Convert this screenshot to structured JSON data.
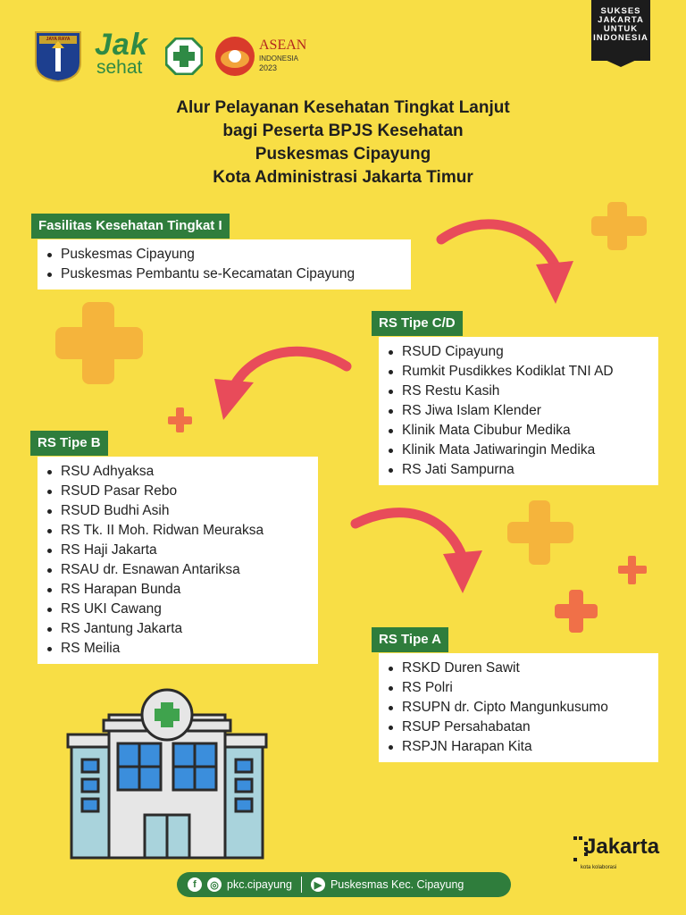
{
  "colors": {
    "background": "#F8DE45",
    "label_green": "#2F7D3C",
    "arrow": "#E84B5A",
    "plus_orange": "#F5B43C",
    "plus_red": "#F07048"
  },
  "header": {
    "logos": {
      "jakarta_crest_text": "JAYA RAYA",
      "jak": "Jak",
      "sehat": "sehat",
      "asean_title": "ASEAN",
      "asean_sub": "INDONESIA",
      "asean_year": "2023"
    },
    "badge_lines": [
      "SUKSES",
      "JAKARTA",
      "UNTUK",
      "INDONESIA"
    ]
  },
  "title_lines": [
    "Alur Pelayanan Kesehatan Tingkat Lanjut",
    "bagi Peserta BPJS Kesehatan",
    "Puskesmas Cipayung",
    "Kota Administrasi Jakarta Timur"
  ],
  "sections": {
    "fktp": {
      "label": "Fasilitas Kesehatan Tingkat I",
      "items": [
        "Puskesmas Cipayung",
        "Puskesmas Pembantu se-Kecamatan Cipayung"
      ]
    },
    "cd": {
      "label": "RS Tipe C/D",
      "items": [
        "RSUD Cipayung",
        "Rumkit Pusdikkes Kodiklat TNI AD",
        "RS Restu Kasih",
        "RS Jiwa Islam Klender",
        "Klinik Mata Cibubur Medika",
        "Klinik Mata Jatiwaringin Medika",
        "RS Jati Sampurna"
      ]
    },
    "b": {
      "label": "RS Tipe B",
      "items": [
        "RSU Adhyaksa",
        "RSUD Pasar Rebo",
        "RSUD Budhi Asih",
        "RS Tk. II Moh. Ridwan Meuraksa",
        "RS Haji Jakarta",
        "RSAU dr. Esnawan Antariksa",
        "RS Harapan Bunda",
        "RS UKI Cawang",
        "RS Jantung Jakarta",
        "RS Meilia"
      ]
    },
    "a": {
      "label": "RS Tipe A",
      "items": [
        "RSKD Duren Sawit",
        "RS Polri",
        "RSUPN dr. Cipto Mangunkusumo",
        "RSUP Persahabatan",
        "RSPJN Harapan Kita"
      ]
    }
  },
  "jakarta_logo": {
    "name": "Jakarta",
    "tagline": "kota kolaborasi"
  },
  "footer": {
    "instagram": "pkc.cipayung",
    "youtube": "Puskesmas Kec. Cipayung"
  }
}
